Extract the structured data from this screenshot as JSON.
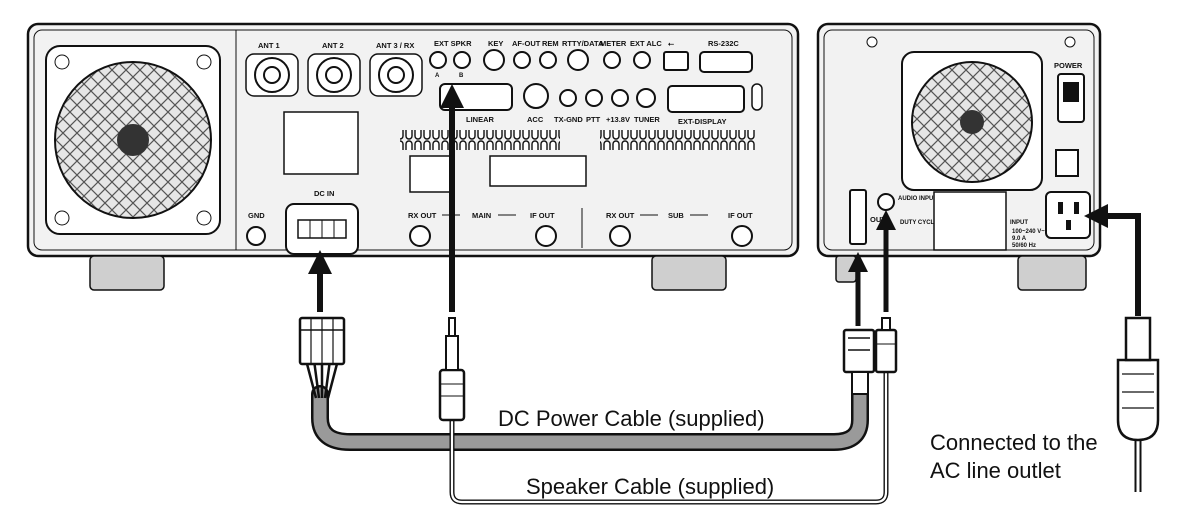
{
  "transceiver": {
    "antenna_labels": [
      "ANT 1",
      "ANT 2",
      "ANT 3 / RX"
    ],
    "top_labels": [
      "EXT SPKR",
      "KEY",
      "AF-OUT",
      "REM",
      "RTTY/DATA",
      "METER",
      "EXT ALC",
      "RS-232C"
    ],
    "spkr_sub_labels": [
      "A",
      "B"
    ],
    "mid_labels": [
      "LINEAR",
      "ACC",
      "TX-GND",
      "PTT",
      "+13.8V",
      "TUNER",
      "EXT-DISPLAY"
    ],
    "bottom_labels": {
      "gnd": "GND",
      "dc_in": "DC IN",
      "main_rx_out": "RX OUT",
      "main": "MAIN",
      "main_if_out": "IF OUT",
      "sub_rx_out": "RX OUT",
      "sub": "SUB",
      "sub_if_out": "IF OUT"
    }
  },
  "power_supply": {
    "power": "POWER",
    "audio_input": "AUDIO INPUT",
    "output_label": "OUT",
    "duty_cycle": "DUTY CYCLE",
    "input": "INPUT",
    "input_spec": [
      "100~240 V~",
      "9.0 A",
      "50/60 Hz"
    ]
  },
  "callouts": {
    "dc_cable": "DC Power Cable (supplied)",
    "speaker_cable": "Speaker Cable (supplied)",
    "ac_line": [
      "Connected to the",
      "AC line outlet"
    ]
  }
}
